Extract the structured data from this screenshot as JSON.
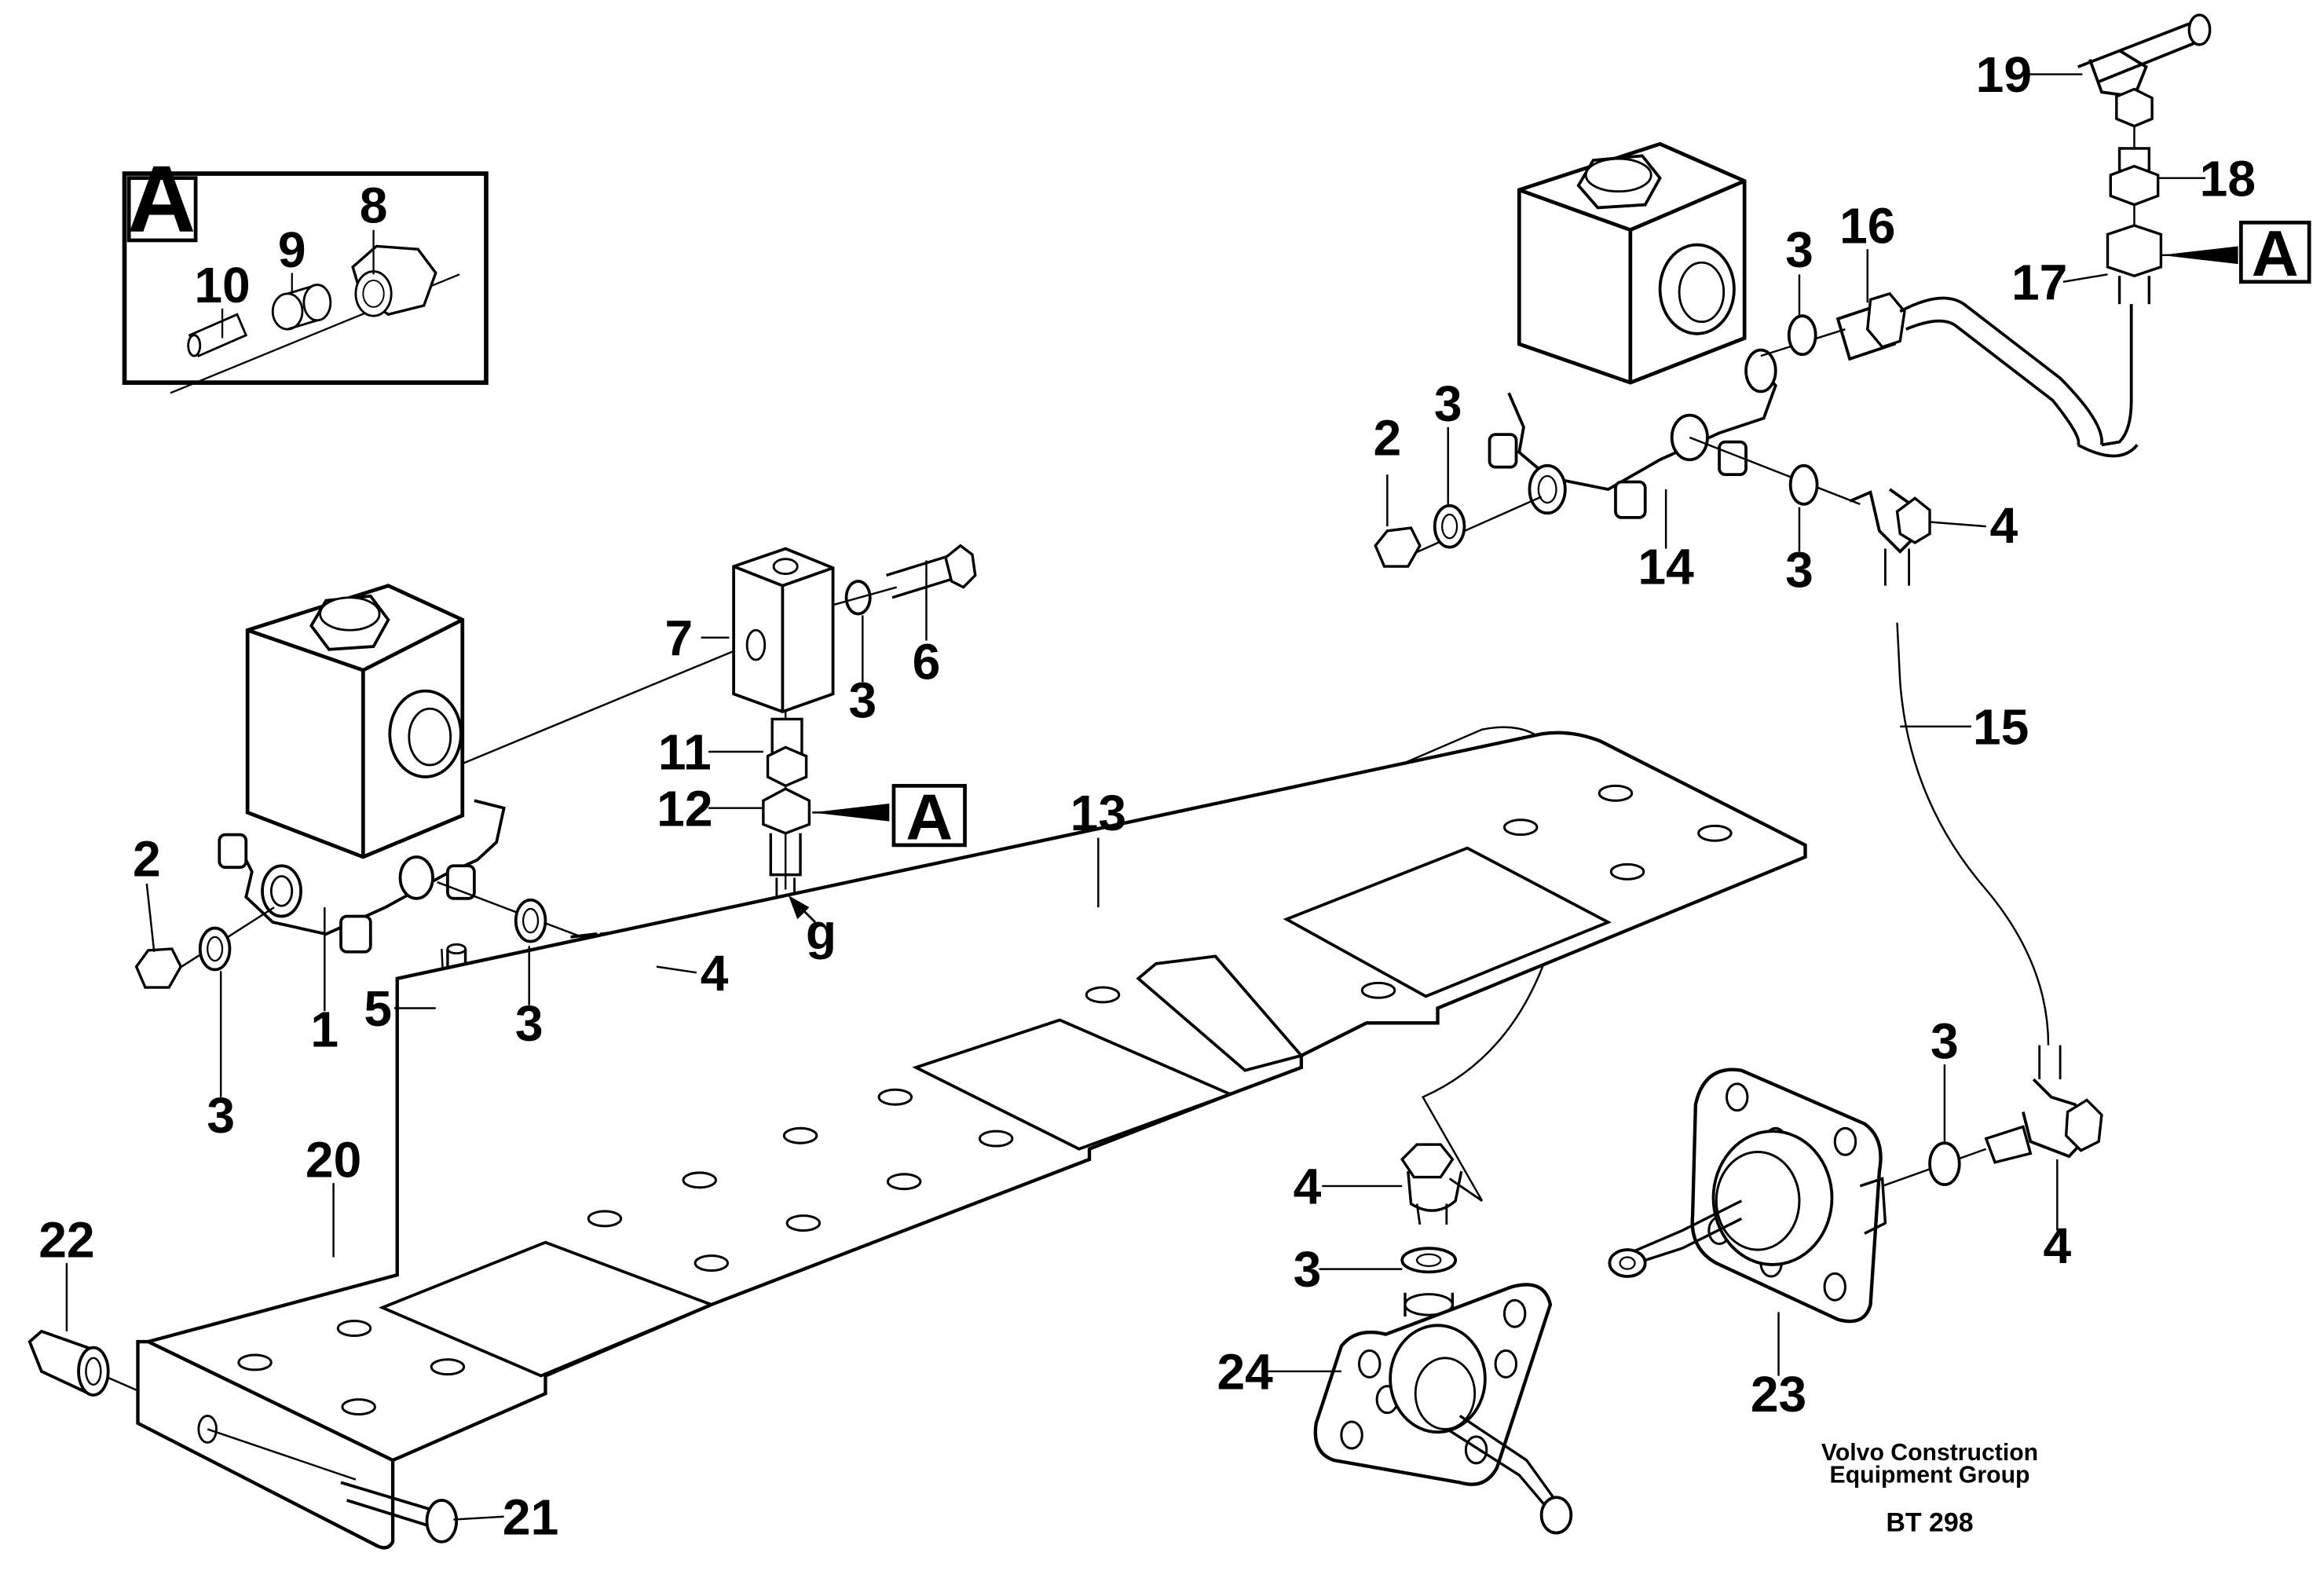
{
  "detail_box": {
    "label": "A"
  },
  "callouts": {
    "n1": "1",
    "n2": "2",
    "n3": "3",
    "n4": "4",
    "n5": "5",
    "n6": "6",
    "n7": "7",
    "n8": "8",
    "n9": "9",
    "n10": "10",
    "n11": "11",
    "n12": "12",
    "n13": "13",
    "n14": "14",
    "n15": "15",
    "n16": "16",
    "n17": "17",
    "n18": "18",
    "n19": "19",
    "n20": "20",
    "n21": "21",
    "n22": "22",
    "n23": "23",
    "n24": "24",
    "g": "g",
    "detail_ref": "A"
  },
  "footer": {
    "publisher_line1": "Volvo Construction",
    "publisher_line2": "Equipment Group",
    "code": "BT 298"
  }
}
